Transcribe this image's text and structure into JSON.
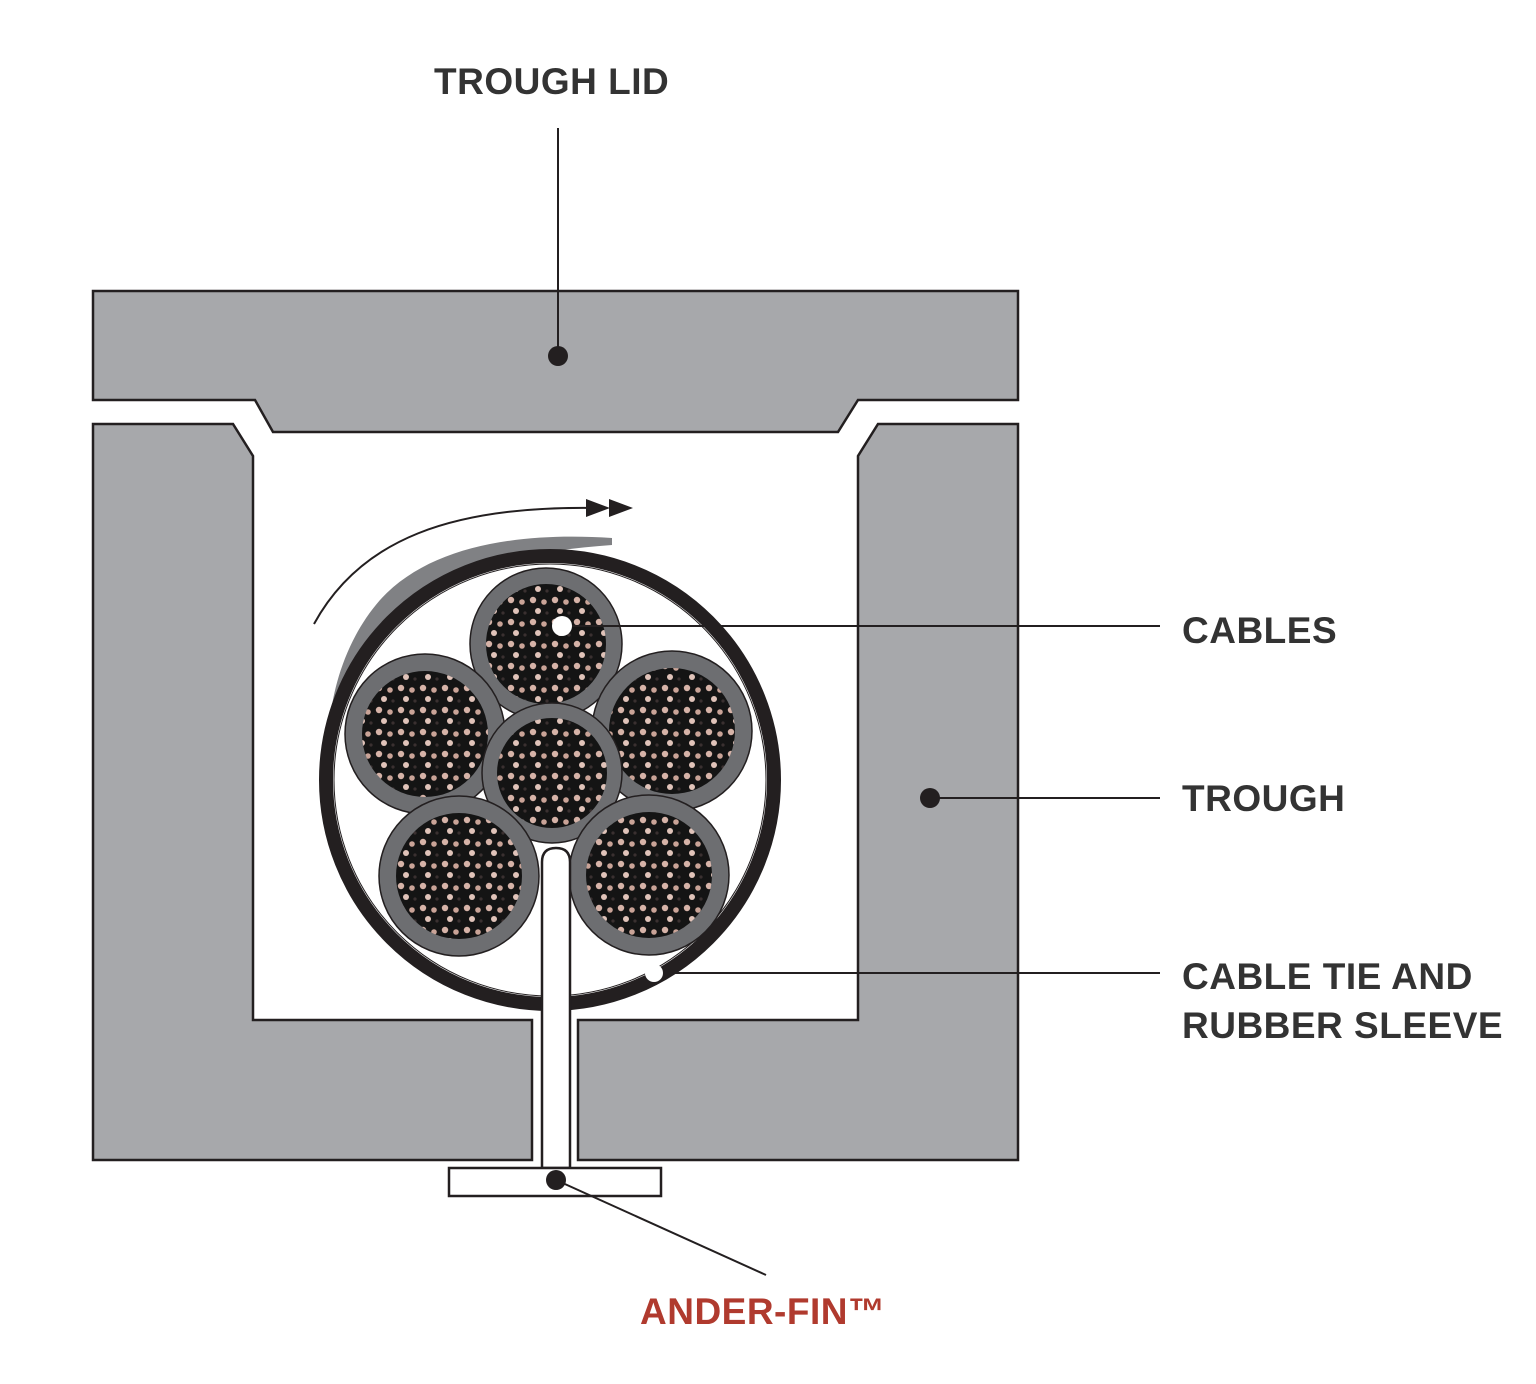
{
  "labels": {
    "trough_lid": "TROUGH LID",
    "cables": "CABLES",
    "trough": "TROUGH",
    "cable_tie_line1": "CABLE TIE AND",
    "cable_tie_line2": "RUBBER SLEEVE",
    "ander_fin": "ANDER-FIN™"
  },
  "colors": {
    "concrete": "#a7a8ab",
    "outline": "#231f20",
    "label_text": "#333333",
    "brand_red": "#b03a2e",
    "cable_jacket": "#6d6e71",
    "cable_core": "#1a1a1a",
    "strand": "#d8b4a8",
    "sleeve": "#231f20"
  },
  "cables": [
    {
      "name": "top"
    },
    {
      "name": "upper-left"
    },
    {
      "name": "upper-right"
    },
    {
      "name": "center"
    },
    {
      "name": "lower-left"
    },
    {
      "name": "lower-right"
    }
  ],
  "icons": {
    "rotation_arrow": "double-arrow-right-icon",
    "pointer_dot": "dot-icon"
  }
}
